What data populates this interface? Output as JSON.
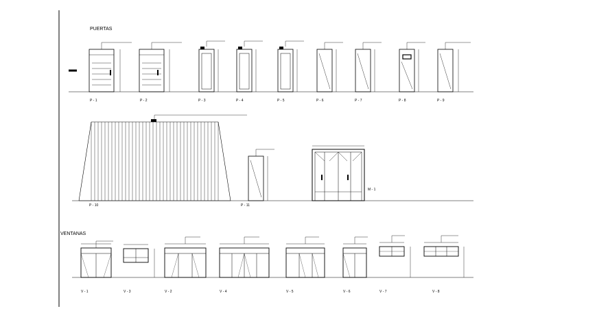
{
  "sheet": {
    "section_doors": "PUERTAS",
    "section_windows": "VENTANAS"
  },
  "doors": [
    {
      "code": "P - 1"
    },
    {
      "code": "P - 2"
    },
    {
      "code": "P - 3"
    },
    {
      "code": "P - 4"
    },
    {
      "code": "P - 5"
    },
    {
      "code": "P - 6"
    },
    {
      "code": "P - 7"
    },
    {
      "code": "P - 8"
    },
    {
      "code": "P - 9"
    },
    {
      "code": "P - 10"
    },
    {
      "code": "P - 11"
    },
    {
      "code": "M - 1"
    }
  ],
  "windows": [
    {
      "code": "V - 1"
    },
    {
      "code": "V - 2"
    },
    {
      "code": "V - 3"
    },
    {
      "code": "V - 4"
    },
    {
      "code": "V - 5"
    },
    {
      "code": "V - 6"
    },
    {
      "code": "V - 7"
    },
    {
      "code": "V - 8"
    }
  ]
}
